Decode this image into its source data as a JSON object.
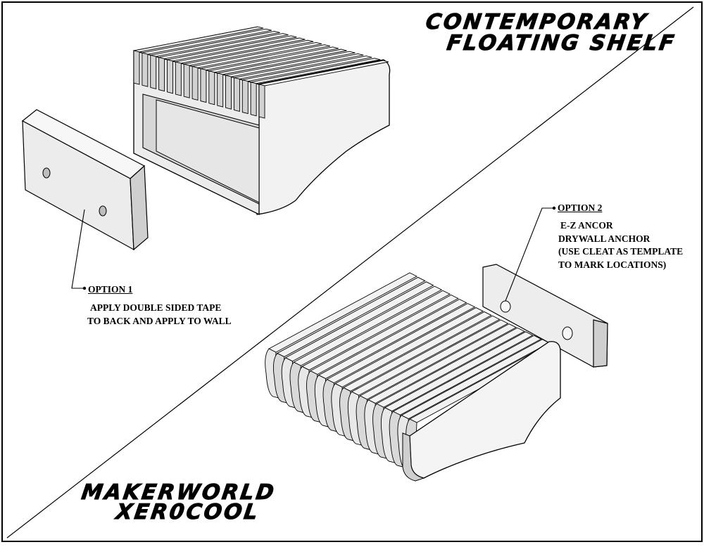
{
  "title": {
    "line1": "CONTEMPORARY",
    "line2": "FLOATING SHELF"
  },
  "brand": {
    "line1": "MAKERWORLD",
    "line2": "XER0COOL"
  },
  "option1": {
    "heading": "OPTION 1",
    "line1": "APPLY DOUBLE SIDED TAPE",
    "line2": "TO BACK AND APPLY TO WALL"
  },
  "option2": {
    "heading": "OPTION 2",
    "line1": "E-Z ANCOR",
    "line2": "DRYWALL ANCHOR",
    "line3": "(USE CLEAT AS TEMPLATE",
    "line4": "TO MARK LOCATIONS)"
  },
  "colors": {
    "background": "#ffffff",
    "face_light": "#f2f2f2",
    "face_mid": "#dcdcdc",
    "face_dark": "#c4c4c4",
    "outline": "#000000"
  }
}
